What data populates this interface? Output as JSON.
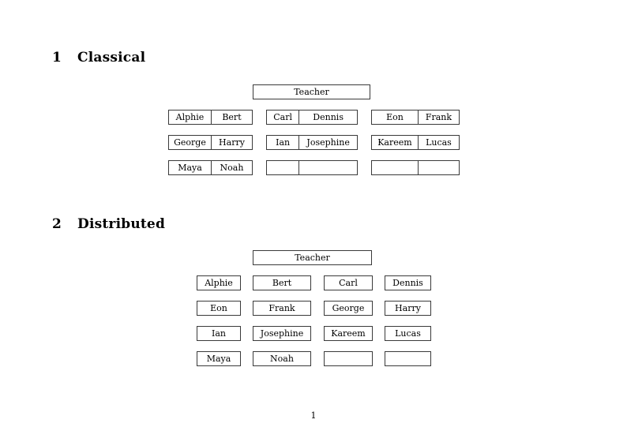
{
  "document": {
    "page_number": "1",
    "sections": [
      {
        "id": "classical",
        "number": "1",
        "title": "Classical",
        "teacher_label": "Teacher",
        "layout": "grouped-pairs",
        "groups": [
          {
            "id": "group-1",
            "rows": [
              {
                "left": "Alphie",
                "right": "Bert"
              },
              {
                "left": "George",
                "right": "Harry"
              },
              {
                "left": "Maya",
                "right": "Noah"
              }
            ]
          },
          {
            "id": "group-2",
            "rows": [
              {
                "left": "Carl",
                "right": "Dennis"
              },
              {
                "left": "Ian",
                "right": "Josephine"
              },
              {
                "left": "",
                "right": ""
              }
            ]
          },
          {
            "id": "group-3",
            "rows": [
              {
                "left": "Eon",
                "right": "Frank"
              },
              {
                "left": "Kareem",
                "right": "Lucas"
              },
              {
                "left": "",
                "right": ""
              }
            ]
          }
        ]
      },
      {
        "id": "distributed",
        "number": "2",
        "title": "Distributed",
        "teacher_label": "Teacher",
        "layout": "four-columns",
        "rows": [
          [
            "Alphie",
            "Bert",
            "Carl",
            "Dennis"
          ],
          [
            "Eon",
            "Frank",
            "George",
            "Harry"
          ],
          [
            "Ian",
            "Josephine",
            "Kareem",
            "Lucas"
          ],
          [
            "Maya",
            "Noah",
            "",
            ""
          ]
        ]
      }
    ]
  }
}
